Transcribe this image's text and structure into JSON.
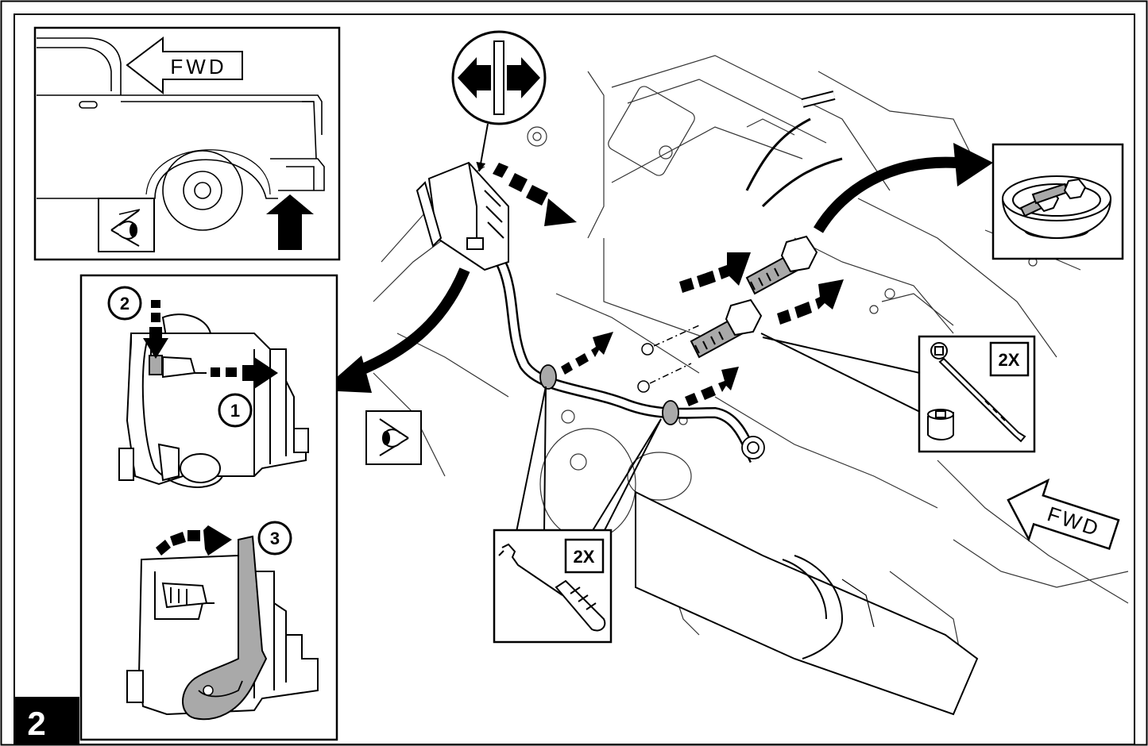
{
  "figure": {
    "step_number": "2",
    "truck_inset": {
      "direction_label": "FWD",
      "icons": [
        "eye-icon",
        "up-arrow-icon"
      ]
    },
    "connector_inset": {
      "callouts": [
        "1",
        "2",
        "3"
      ],
      "icons": [
        "slide-lock-arrow-icon",
        "press-arrow-icon",
        "lift-arc-arrow-icon"
      ]
    },
    "view_icon": "eye-icon",
    "disconnect_icon": "disconnect-arrows-icon",
    "tool_callout_left": {
      "quantity": "2X",
      "tool": "trim-panel-tool-icon"
    },
    "tool_callout_right": {
      "quantity": "2X",
      "tool": "ratchet-socket-icon"
    },
    "parts_tray_icon": "magnetic-parts-tray-icon",
    "direction_label": "FWD",
    "colors": {
      "ink": "#000000",
      "highlight": "#a9a9a9",
      "paper": "#ffffff"
    }
  }
}
